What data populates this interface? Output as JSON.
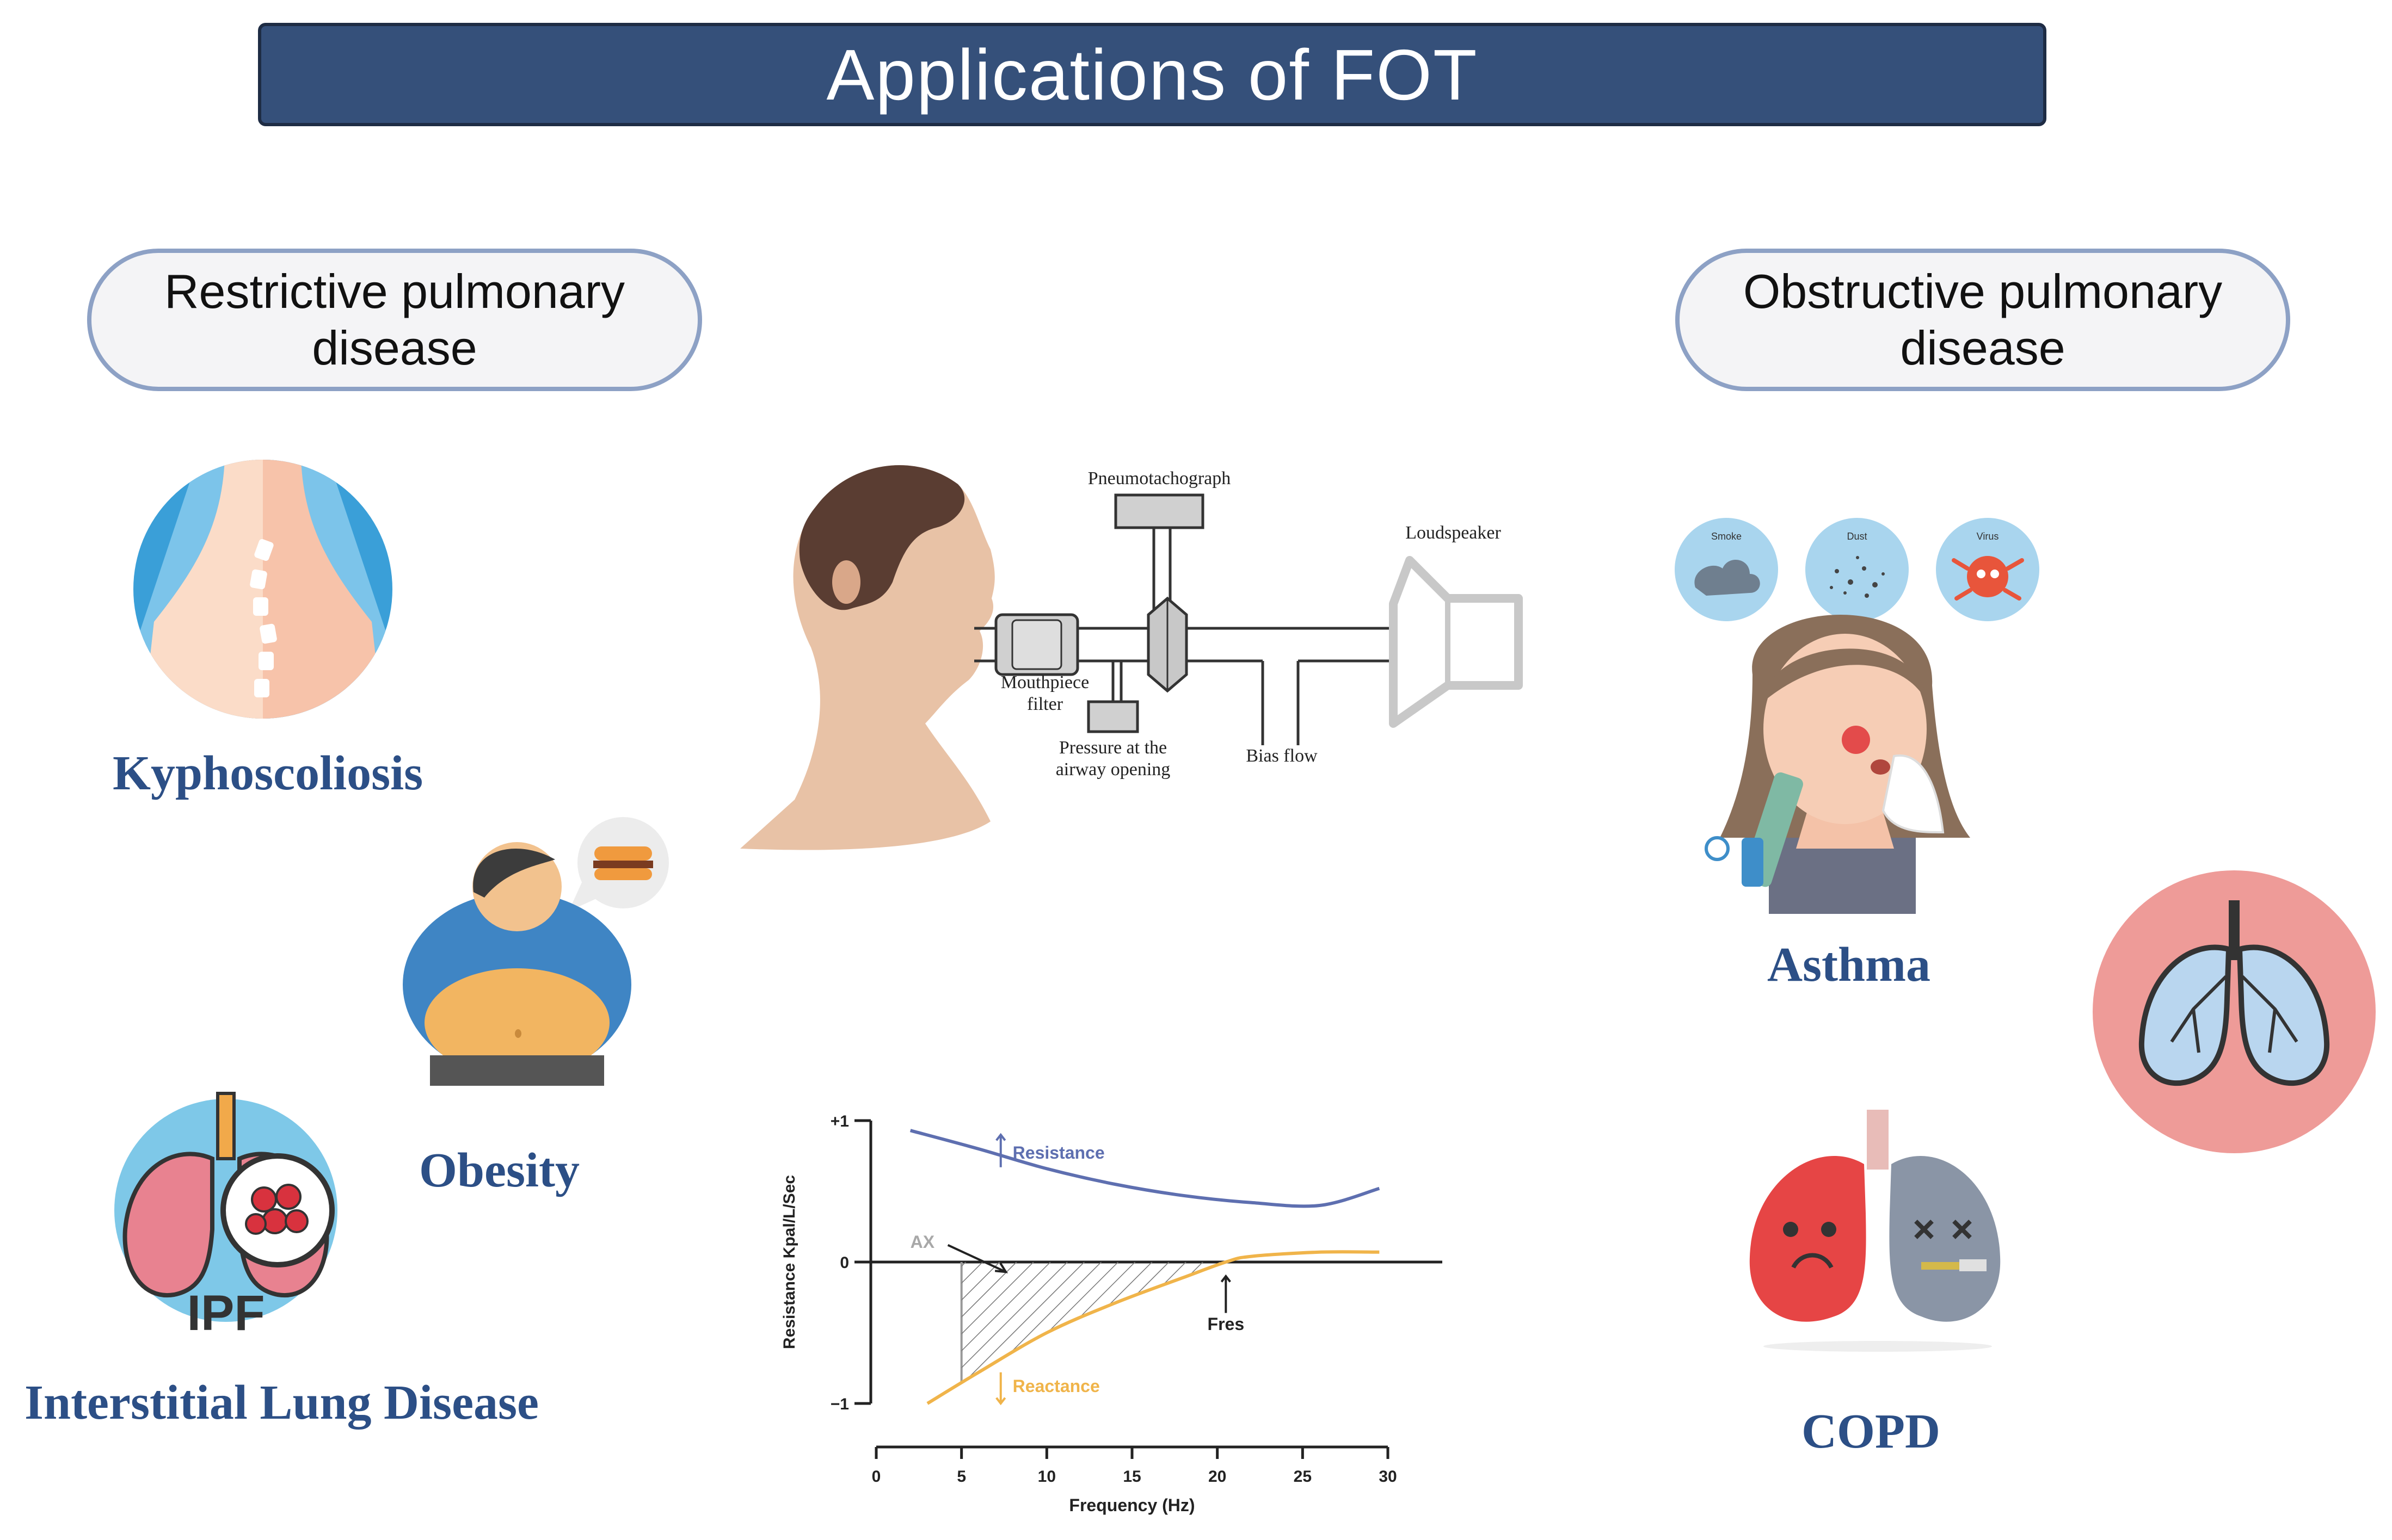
{
  "title": "Applications of FOT",
  "categories": {
    "restrictive": {
      "line1": "Restrictive pulmonary",
      "line2": "disease"
    },
    "obstructive": {
      "line1": "Obstructive pulmonary",
      "line2": "disease"
    }
  },
  "conditions": {
    "kyphoscoliosis": "Kyphoscoliosis",
    "obesity": "Obesity",
    "ild": "Interstitial Lung Disease",
    "asthma": "Asthma",
    "copd": "COPD"
  },
  "ipf_badge": "IPF",
  "triggers": {
    "smoke": "Smoke",
    "dust": "Dust",
    "virus": "Virus"
  },
  "apparatus": {
    "pneumotachograph": "Pneumotachograph",
    "loudspeaker": "Loudspeaker",
    "mouthpiece_line1": "Mouthpiece",
    "mouthpiece_line2": "filter",
    "pressure_line1": "Pressure at the",
    "pressure_line2": "airway opening",
    "bias_flow": "Bias flow"
  },
  "chart_data": {
    "type": "line",
    "xlabel": "Frequency (Hz)",
    "ylabel": "Resistance Kpal/L/Sec",
    "xlim": [
      0,
      30
    ],
    "ylim": [
      -1,
      1
    ],
    "x_ticks": [
      "0",
      "5",
      "10",
      "15",
      "20",
      "25",
      "30"
    ],
    "y_ticks": [
      "+1",
      "0",
      "−1"
    ],
    "series": [
      {
        "name": "Resistance",
        "x": [
          2,
          6,
          10,
          14,
          18,
          22,
          26,
          29.5
        ],
        "y": [
          0.93,
          0.8,
          0.66,
          0.55,
          0.47,
          0.42,
          0.4,
          0.52
        ]
      },
      {
        "name": "Reactance",
        "x": [
          3,
          6,
          10,
          14,
          18,
          20.5,
          22,
          26,
          29.5
        ],
        "y": [
          -1.0,
          -0.78,
          -0.5,
          -0.29,
          -0.11,
          0.0,
          0.04,
          0.07,
          0.07
        ]
      }
    ],
    "annotations": {
      "ax": "AX",
      "fres": "Fres",
      "fres_x": 20.5
    },
    "colors": {
      "resistance": "#5e6fb0",
      "reactance": "#f0b44a",
      "axis": "#222222"
    }
  }
}
